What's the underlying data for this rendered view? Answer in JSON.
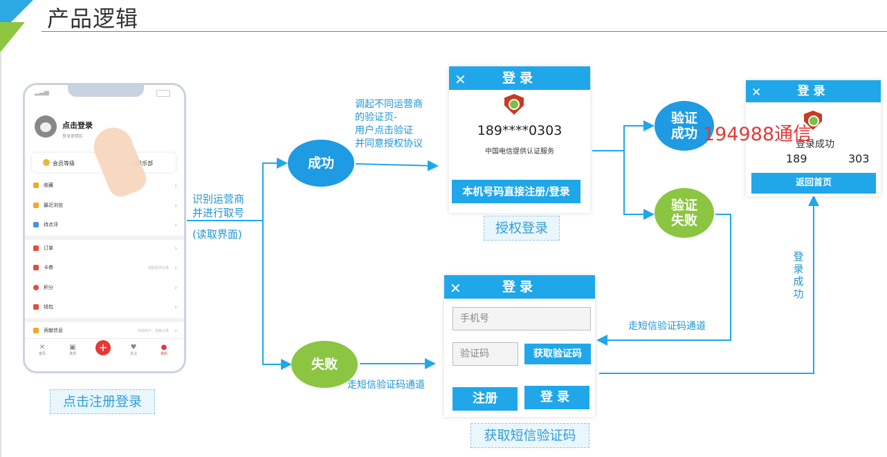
{
  "header": {
    "title": "产品逻辑"
  },
  "phone": {
    "login_title": "点击登录",
    "login_sub": "登录更精彩",
    "member_label": "会员等级",
    "club_label": "IP俱乐部",
    "menu": [
      {
        "label": "收藏",
        "color": "#f5a623"
      },
      {
        "label": "最近浏览",
        "color": "#f5a623"
      },
      {
        "label": "待点评",
        "color": "#4a90e2"
      },
      {
        "label": "订单",
        "color": "#e74c3c"
      },
      {
        "label": "卡券",
        "color": "#e74c3c",
        "hint": "领取更多优惠"
      },
      {
        "label": "积分",
        "color": "#e74c3c"
      },
      {
        "label": "钱包",
        "color": "#e74c3c"
      },
      {
        "label": "贡献信息",
        "color": "#f5a623",
        "hint": "添加商户、贡献记录"
      }
    ],
    "nav": [
      "首页",
      "发现",
      "关注",
      "我的"
    ]
  },
  "labels": {
    "click_register": "点击注册登录",
    "auth_login": "授权登录",
    "get_sms": "获取短信验证码"
  },
  "flow": {
    "identify_line1": "识别运营商",
    "identify_line2": "并进行取号",
    "read_screen": "(读取界面)",
    "invoke_lines": [
      "调起不同运营商",
      "的验证页-",
      "用户点击验证",
      "并同意授权协议"
    ],
    "sms_channel_bottom": "走短信验证码通道",
    "sms_channel_right": "走短信验证码通道",
    "login_success_vertical": "登录成功",
    "success": "成功",
    "fail": "失败",
    "verify_success": [
      "验证",
      "成功"
    ],
    "verify_fail": [
      "验证",
      "失败"
    ],
    "watermark": "194988通信"
  },
  "auth_dialog": {
    "title": "登录",
    "phone": "189****0303",
    "provider": "中国电信提供认证服务",
    "button": "本机号码直接注册/登录"
  },
  "success_dialog": {
    "title": "登录",
    "status": "登录成功",
    "phone_prefix": "189",
    "phone_suffix": "303",
    "button": "返回首页"
  },
  "sms_dialog": {
    "title": "登录",
    "phone_placeholder": "手机号",
    "code_placeholder": "验证码",
    "get_code": "获取验证码",
    "register": "注册",
    "login": "登录"
  },
  "colors": {
    "accent_blue": "#1fa7ea",
    "success_green": "#8bc541",
    "title_line": "#e8544e",
    "watermark": "#e53935"
  }
}
